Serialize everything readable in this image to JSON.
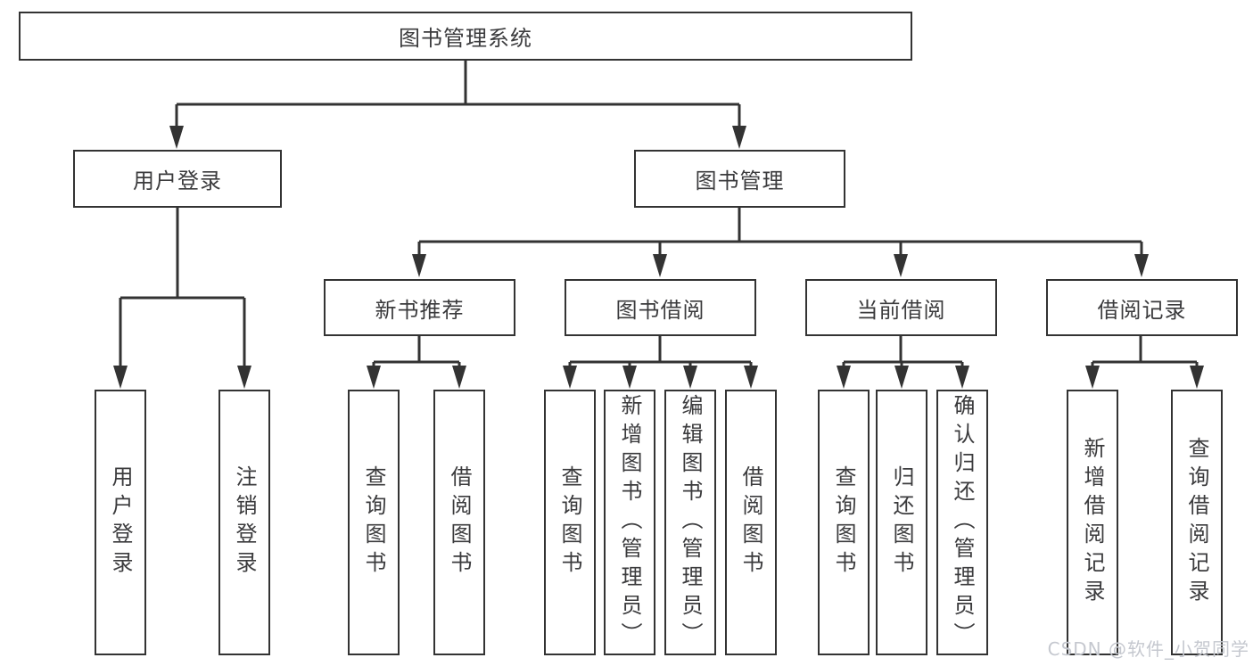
{
  "nodes": {
    "root": "图书管理系统",
    "user_login": "用户登录",
    "book_management": "图书管理",
    "new_book_recommend": "新书推荐",
    "book_borrowing": "图书借阅",
    "current_borrowing": "当前借阅",
    "borrow_records": "借阅记录",
    "leaf_user_login": "用户登录",
    "leaf_logout": "注销登录",
    "leaf_nb_query_books": "查询图书",
    "leaf_nb_borrow_books": "借阅图书",
    "leaf_bb_query_books": "查询图书",
    "leaf_bb_add_books": "新增图书（管理员）",
    "leaf_bb_edit_books": "编辑图书（管理员）",
    "leaf_bb_borrow_books": "借阅图书",
    "leaf_cb_query_books": "查询图书",
    "leaf_cb_return_books": "归还图书",
    "leaf_cb_confirm_return": "确认归还（管理员）",
    "leaf_br_add_record": "新增借阅记录",
    "leaf_br_query_record": "查询借阅记录"
  },
  "watermark": {
    "text": "CSDN @软件_小贺同学"
  },
  "colors": {
    "line": "#333333",
    "text": "#3b3b3d",
    "watermark": "#c5c8cf",
    "background": "#ffffff"
  }
}
